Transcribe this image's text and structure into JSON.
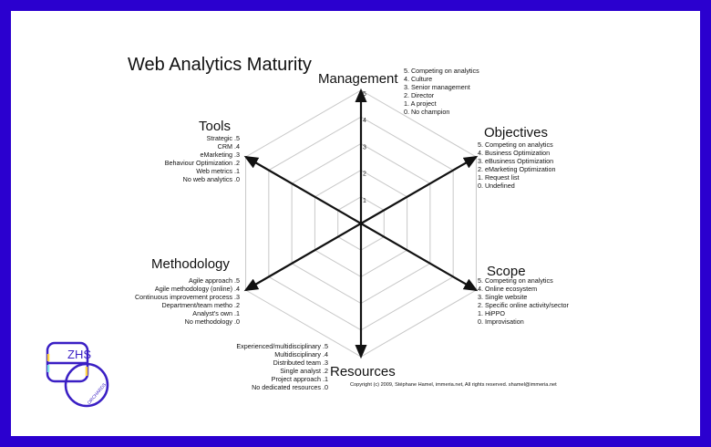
{
  "title": "Web Analytics Maturity",
  "copyright": "Copyright (c) 2009, Stéphane Hamel, immeria.net, All rights reserved. shamel@immeria.net",
  "logo": {
    "text": "ZHS",
    "subtext": "ORCHARDS"
  },
  "colors": {
    "border": "#2b00cf",
    "grid": "#c8c8c8",
    "axis": "#111111"
  },
  "scale_ticks": [
    "1",
    "2",
    "3",
    "4",
    "5"
  ],
  "chart_data": {
    "type": "radar",
    "title": "Web Analytics Maturity",
    "range": [
      0,
      5
    ],
    "axes": [
      {
        "name": "Management",
        "value": 5,
        "levels": [
          "5. Competing on analytics",
          "4. Culture",
          "3. Senior management",
          "2. Director",
          "1. A project",
          "0. No champion"
        ]
      },
      {
        "name": "Objectives",
        "value": 5,
        "levels": [
          "5. Competing on analytics",
          "4. Business Optimization",
          "3. eBusiness Optimization",
          "2. eMarketing Optimization",
          "1. Request list",
          "0. Undefined"
        ]
      },
      {
        "name": "Scope",
        "value": 5,
        "levels": [
          "5. Competing on analytics",
          "4. Online ecosystem",
          "3. Single website",
          "2. Specific online activity/sector",
          "1. HiPPO",
          "0. Improvisation"
        ]
      },
      {
        "name": "Resources",
        "value": 5,
        "levels": [
          "Experienced/multidisciplinary .5",
          "Multidisciplinary .4",
          "Distributed team .3",
          "Single analyst .2",
          "Project approach .1",
          "No dedicated resources .0"
        ]
      },
      {
        "name": "Methodology",
        "value": 5,
        "levels": [
          "Agile approach .5",
          "Agile methodology (online) .4",
          "Continuous improvement process .3",
          "Department/team metho .2",
          "Analyst's own .1",
          "No methodology .0"
        ]
      },
      {
        "name": "Tools",
        "value": 5,
        "levels": [
          "Strategic .5",
          "CRM .4",
          "eMarketing .3",
          "Behaviour Optimization .2",
          "Web metrics .1",
          "No web analytics .0"
        ]
      }
    ]
  }
}
